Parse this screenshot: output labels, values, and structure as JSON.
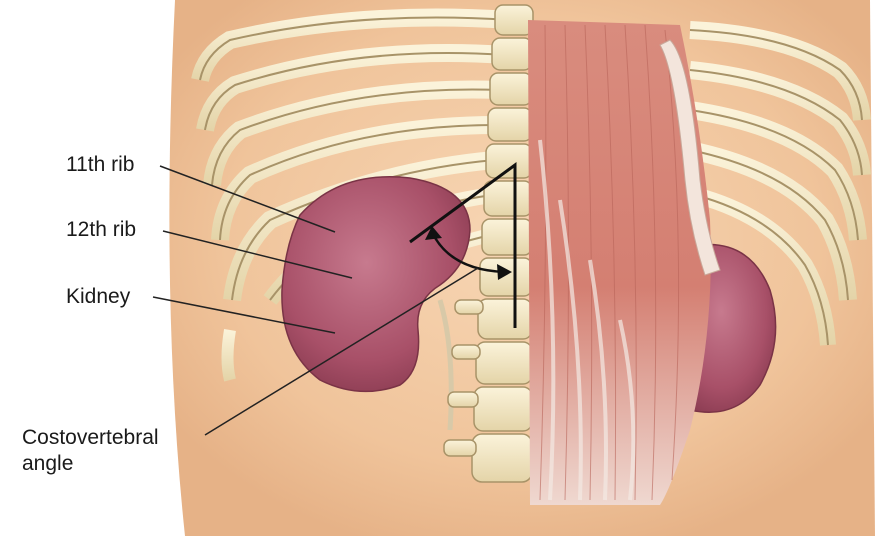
{
  "labels": {
    "rib11": "11th rib",
    "rib12": "12th rib",
    "kidney": "Kidney",
    "cva_line1": "Costovertebral",
    "cva_line2": "angle"
  }
}
